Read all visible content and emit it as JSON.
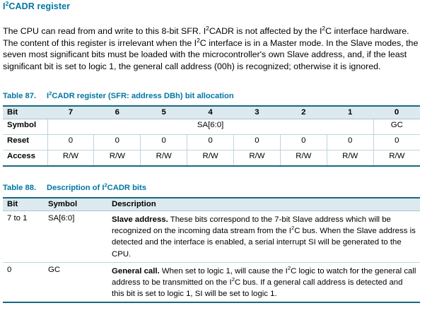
{
  "section": {
    "heading_pre": "I",
    "heading_sup": "2",
    "heading_post": "CADR register",
    "heading_plain": "I2CADR register",
    "accent_color": "#0076a3",
    "rule_color": "#14697e",
    "header_fill": "#dce9ee"
  },
  "body": {
    "paragraph_plain": "The CPU can read from and write to this 8-bit SFR. I2CADR is not affected by the I2C interface hardware. The content of this register is irrelevant when the I2C interface is in a Master mode. In the Slave modes, the seven most significant bits must be loaded with the microcontroller's own Slave address, and, if the least significant bit is set to logic 1, the general call address (00h) is recognized; otherwise it is ignored.",
    "seg_1": "The CPU can read from and write to this 8-bit SFR. I",
    "seg_2": "CADR is not affected by the I",
    "seg_3": "C interface hardware. The content of this register is irrelevant when the I",
    "seg_4": "C interface is in a Master mode. In the Slave modes, the seven most significant bits must be loaded with the microcontroller's own Slave address, and, if the least significant bit is set to logic 1, the general call address (00h) is recognized; otherwise it is ignored.",
    "sup": "2"
  },
  "table87": {
    "caption_number": "Table 87.",
    "caption_pre": "I",
    "caption_sup": "2",
    "caption_post": "CADR register (SFR: address DBh) bit allocation",
    "caption_plain": "Table 87. I2CADR register (SFR: address DBh) bit allocation",
    "header": [
      "Bit",
      "7",
      "6",
      "5",
      "4",
      "3",
      "2",
      "1",
      "0"
    ],
    "rows": [
      {
        "label": "Symbol",
        "spanned": true,
        "span_value": "SA[6:0]",
        "span_width": 7,
        "tail_value": "GC"
      },
      {
        "label": "Reset",
        "spanned": false,
        "values": [
          "0",
          "0",
          "0",
          "0",
          "0",
          "0",
          "0",
          "0"
        ]
      },
      {
        "label": "Access",
        "spanned": false,
        "values": [
          "R/W",
          "R/W",
          "R/W",
          "R/W",
          "R/W",
          "R/W",
          "R/W",
          "R/W"
        ]
      }
    ]
  },
  "table88": {
    "caption_number": "Table 88.",
    "caption_pre": "Description of I",
    "caption_sup": "2",
    "caption_post": "CADR bits",
    "caption_plain": "Table 88. Description of I2CADR bits",
    "header": [
      "Bit",
      "Symbol",
      "Description"
    ],
    "rows": [
      {
        "bit": "7 to 1",
        "symbol": "SA[6:0]",
        "desc_bold": "Slave address.",
        "desc_plain": "Slave address. These bits correspond to the 7-bit Slave address which will be recognized on the incoming data stream from the I2C bus. When the Slave address is detected and the interface is enabled, a serial interrupt SI will be generated to the CPU.",
        "desc_seg_1": " These bits correspond to the 7-bit Slave address which will be recognized on the incoming data stream from the I",
        "desc_sup": "2",
        "desc_seg_2": "C bus. When the Slave address is detected and the interface is enabled, a serial interrupt SI will be generated to the CPU."
      },
      {
        "bit": "0",
        "symbol": "GC",
        "desc_bold": "General call.",
        "desc_plain": "General call. When set to logic 1, will cause the I2C logic to watch for the general call address to be transmitted on the I2C bus. If a general call address is detected and this bit is set to logic 1, SI will be set to logic 1.",
        "desc_seg_1": " When set to logic 1, will cause the I",
        "desc_sup": "2",
        "desc_seg_2": "C logic to watch for the general call address to be transmitted on the I",
        "desc_sup_2": "2",
        "desc_seg_3": "C bus. If a general call address is detected and this bit is set to logic 1, SI will be set to logic 1."
      }
    ]
  }
}
